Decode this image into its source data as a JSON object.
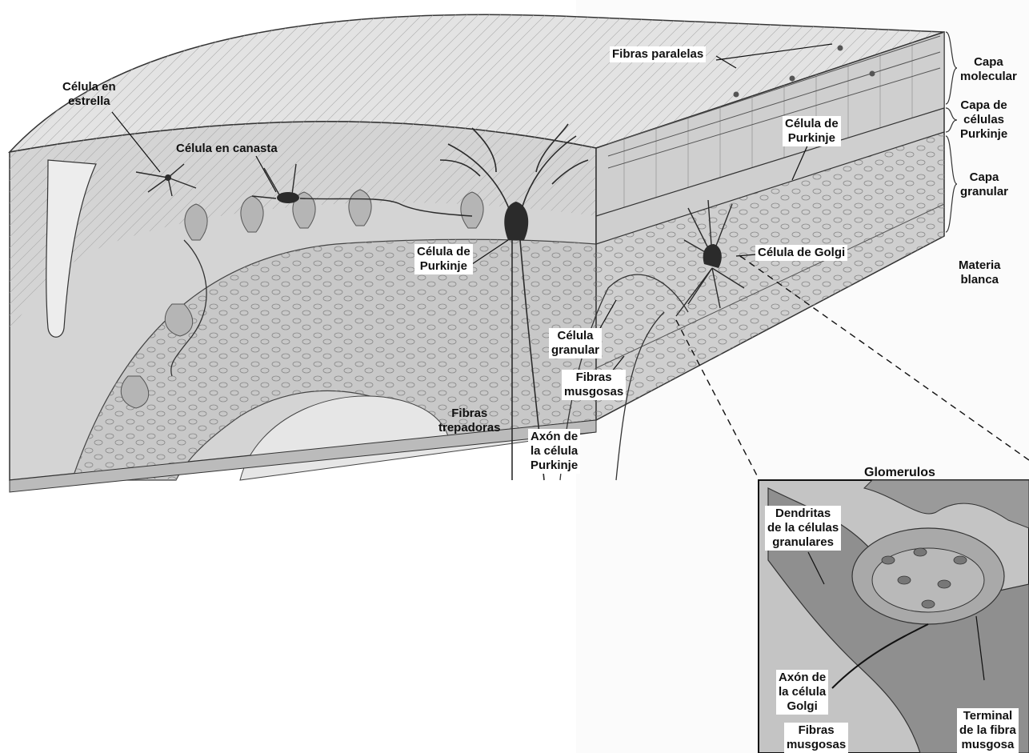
{
  "labels": {
    "celula_estrella": [
      "Célula en",
      "estrella"
    ],
    "celula_canasta": "Célula en canasta",
    "fibras_paralelas": "Fibras paralelas",
    "capa_molecular": [
      "Capa",
      "molecular"
    ],
    "capa_purkinje": [
      "Capa de",
      "células",
      "Purkinje"
    ],
    "capa_granular": [
      "Capa",
      "granular"
    ],
    "materia_blanca": [
      "Materia",
      "blanca"
    ],
    "celula_purkinje_right": [
      "Célula de",
      "Purkinje"
    ],
    "celula_purkinje_left": [
      "Célula de",
      "Purkinje"
    ],
    "celula_golgi": "Célula de Golgi",
    "celula_granular": [
      "Célula",
      "granular"
    ],
    "fibras_musgosas": [
      "Fibras",
      "musgosas"
    ],
    "fibras_trepadoras": [
      "Fibras",
      "trepadoras"
    ],
    "axon_purkinje": [
      "Axón de",
      "la célula",
      "Purkinje"
    ],
    "glomerulos": "Glomerulos",
    "dendritas_granulares": [
      "Dendritas",
      "de la células",
      "granulares"
    ],
    "axon_golgi": [
      "Axón de",
      "la célula",
      "Golgi"
    ],
    "fibras_musgosas_inset": [
      "Fibras",
      "musgosas"
    ],
    "terminal_fibra_musgosa": [
      "Terminal",
      "de la fibra",
      "musgosa"
    ]
  },
  "colors": {
    "tissue_light": "#d6d6d6",
    "tissue_mid": "#bdbdbd",
    "tissue_dark": "#8f8f8f",
    "cell_dark": "#2b2b2b",
    "outline": "#333333"
  }
}
